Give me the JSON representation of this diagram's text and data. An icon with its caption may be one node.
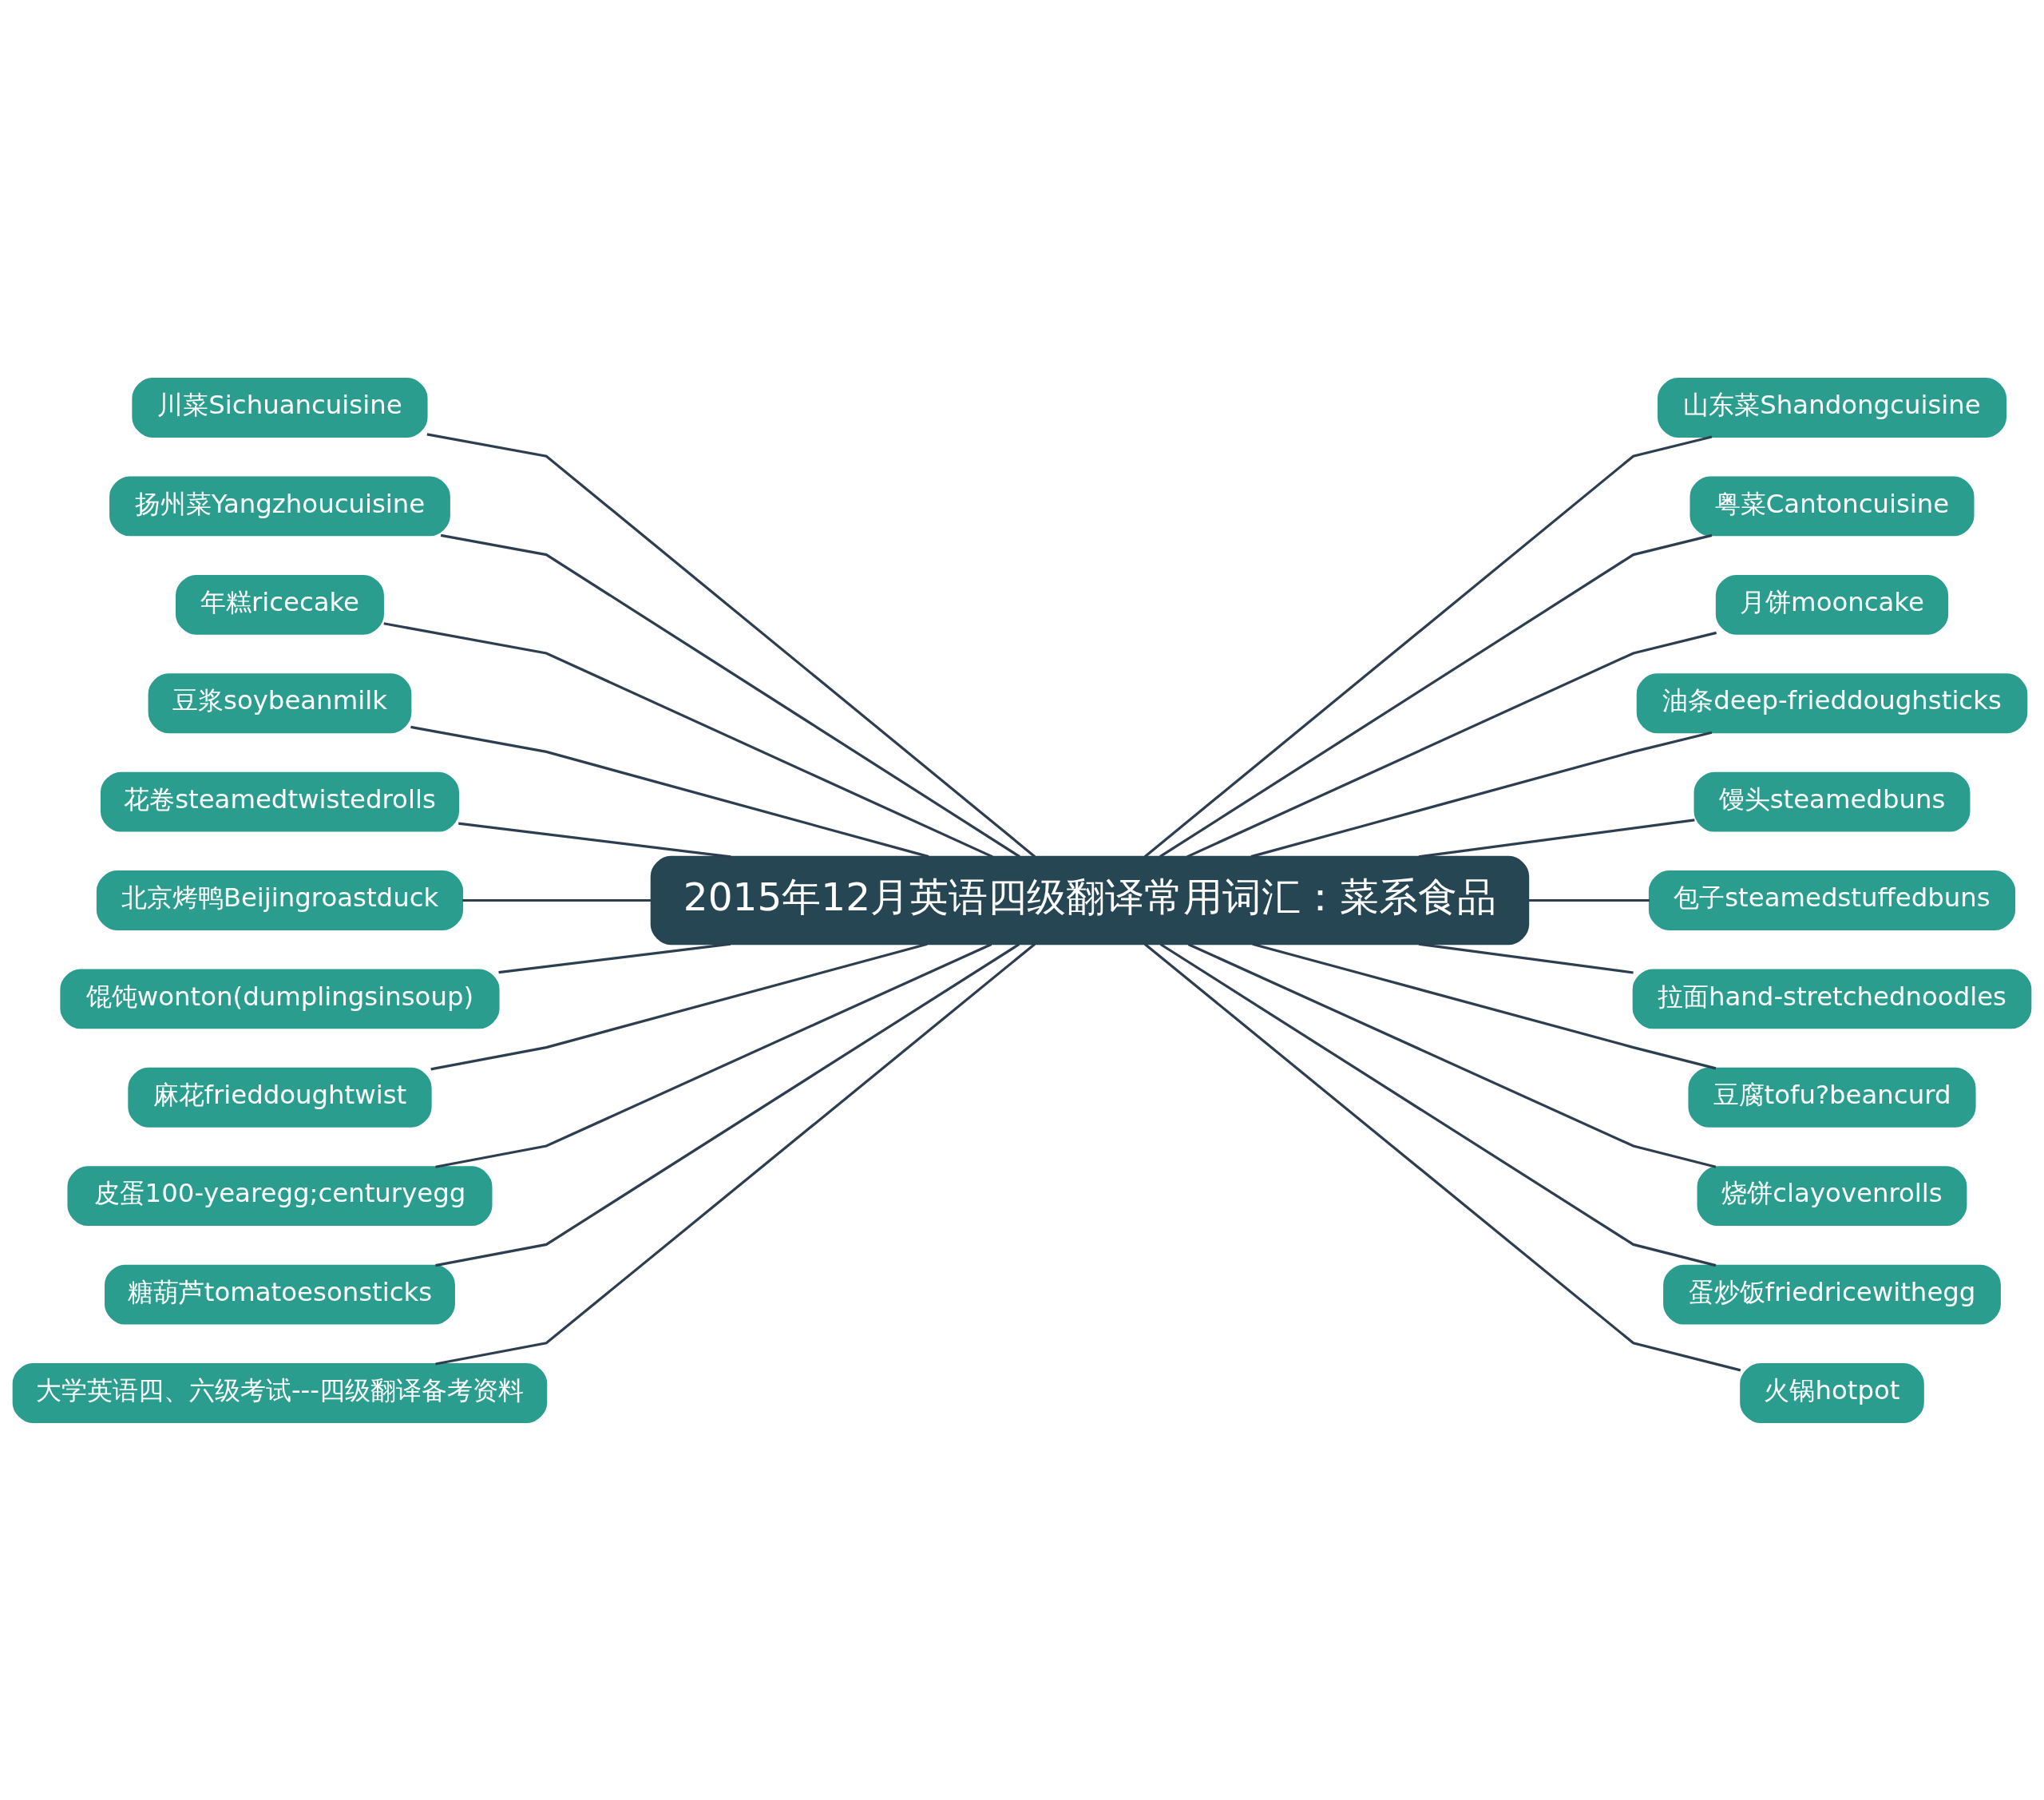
{
  "diagram": {
    "nodes": [
      {
        "text": [
          "2015年12月英语四级翻译常用词汇：菜系食品"
        ]
      },
      {
        "text": [
          "川菜Sichuancuisine"
        ]
      },
      {
        "text": [
          "扬州菜Yangzhoucuisine"
        ]
      },
      {
        "text": [
          "年糕ricecake"
        ]
      },
      {
        "text": [
          "豆浆soybeanmilk"
        ]
      },
      {
        "text": [
          "花卷steamedtwistedrolls"
        ]
      },
      {
        "text": [
          "北京烤鸭Beijingroastduck"
        ]
      },
      {
        "text": [
          "馄饨wonton(dumplingsinsoup)"
        ]
      },
      {
        "text": [
          "麻花frieddoughtwist"
        ]
      },
      {
        "text": [
          "皮蛋100-yearegg;centuryegg"
        ]
      },
      {
        "text": [
          "糖葫芦tomatoesonsticks"
        ]
      },
      {
        "text": [
          "大学英语四、六级考试---四级翻译备考资料"
        ]
      },
      {
        "text": [
          "山东菜Shandongcuisine"
        ]
      },
      {
        "text": [
          "粤菜Cantoncuisine"
        ]
      },
      {
        "text": [
          "月饼mooncake"
        ]
      },
      {
        "text": [
          "油条deep-frieddoughsticks"
        ]
      },
      {
        "text": [
          "馒头steamedbuns"
        ]
      },
      {
        "text": [
          "包子steamedstuffedbuns"
        ]
      },
      {
        "text": [
          "拉面hand-stretchednoodles"
        ]
      },
      {
        "text": [
          "豆腐tofu?beancurd"
        ]
      },
      {
        "text": [
          "烧饼clayovenrolls"
        ]
      },
      {
        "text": [
          "蛋炒饭friedricewithegg"
        ]
      },
      {
        "text": [
          "火锅hotpot"
        ]
      }
    ],
    "edges": [
      {
        "from": 0,
        "to": 1,
        "arrow": "none"
      },
      {
        "from": 0,
        "to": 2,
        "arrow": "none"
      },
      {
        "from": 0,
        "to": 3,
        "arrow": "none"
      },
      {
        "from": 0,
        "to": 4,
        "arrow": "none"
      },
      {
        "from": 0,
        "to": 5,
        "arrow": "none"
      },
      {
        "from": 0,
        "to": 6,
        "arrow": "none"
      },
      {
        "from": 0,
        "to": 7,
        "arrow": "none"
      },
      {
        "from": 0,
        "to": 8,
        "arrow": "none"
      },
      {
        "from": 0,
        "to": 9,
        "arrow": "none"
      },
      {
        "from": 0,
        "to": 10,
        "arrow": "none"
      },
      {
        "from": 0,
        "to": 11,
        "arrow": "none"
      },
      {
        "from": 0,
        "to": 12,
        "arrow": "none"
      },
      {
        "from": 0,
        "to": 13,
        "arrow": "none"
      },
      {
        "from": 0,
        "to": 14,
        "arrow": "none"
      },
      {
        "from": 0,
        "to": 15,
        "arrow": "none"
      },
      {
        "from": 0,
        "to": 16,
        "arrow": "none"
      },
      {
        "from": 0,
        "to": 17,
        "arrow": "none"
      },
      {
        "from": 0,
        "to": 18,
        "arrow": "none"
      },
      {
        "from": 0,
        "to": 19,
        "arrow": "none"
      },
      {
        "from": 0,
        "to": 20,
        "arrow": "none"
      },
      {
        "from": 0,
        "to": 21,
        "arrow": "none"
      },
      {
        "from": 0,
        "to": 22,
        "arrow": "none"
      }
    ]
  }
}
